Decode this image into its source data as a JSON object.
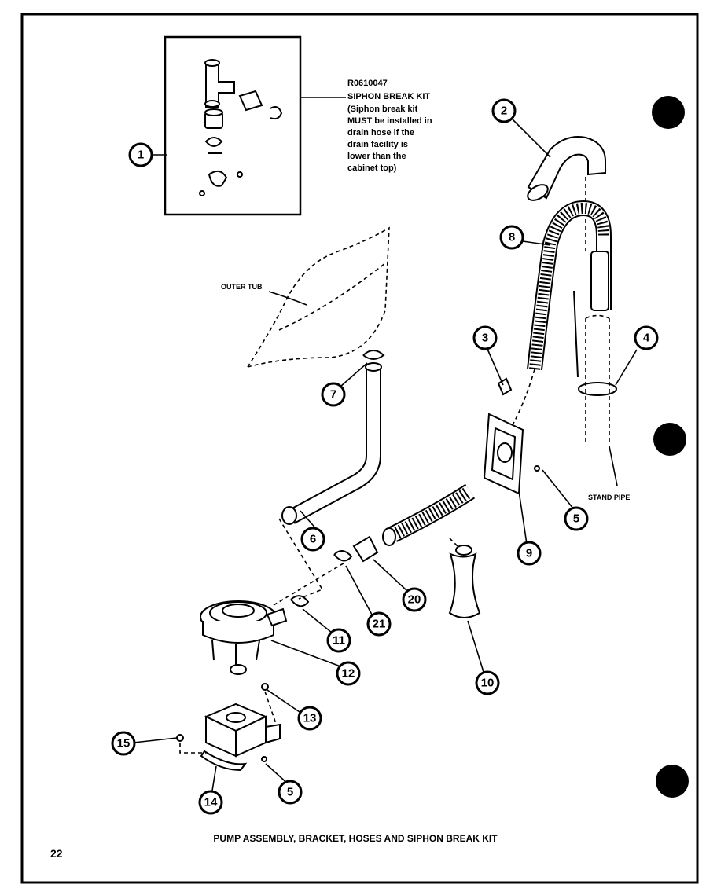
{
  "page_number": "22",
  "caption": "PUMP ASSEMBLY, BRACKET, HOSES AND SIPHON BREAK KIT",
  "kit_label": {
    "part_number": "R0610047",
    "title": "SIPHON BREAK KIT",
    "note_lines": [
      "(Siphon break kit",
      "MUST be installed in",
      "drain hose if the",
      "drain facility is",
      "lower than the",
      "cabinet top)"
    ]
  },
  "labels": {
    "outer_tub": "OUTER TUB",
    "stand_pipe": "STAND PIPE"
  },
  "callouts": {
    "c1": "1",
    "c2": "2",
    "c3": "3",
    "c4": "4",
    "c5a": "5",
    "c5b": "5",
    "c6": "6",
    "c7": "7",
    "c8": "8",
    "c9": "9",
    "c10": "10",
    "c11": "11",
    "c12": "12",
    "c13": "13",
    "c14": "14",
    "c15": "15",
    "c20": "20",
    "c21": "21"
  }
}
